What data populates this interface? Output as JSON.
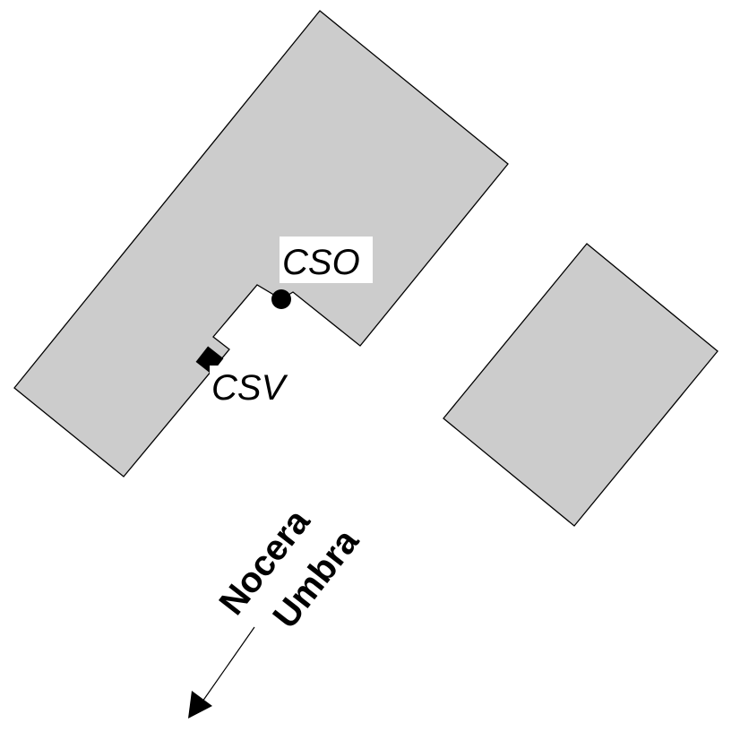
{
  "colors": {
    "building_fill": "#cccccc",
    "outline": "#000000",
    "label_background": "#ffffff",
    "text": "#000000",
    "background": "#ffffff"
  },
  "markers": {
    "cso": {
      "label": "CSO",
      "symbol": "circle-icon"
    },
    "csv": {
      "label": "CSV",
      "symbol": "square-icon"
    }
  },
  "direction": {
    "line1": "Nocera",
    "line2": "Umbra",
    "symbol": "arrow-icon"
  }
}
